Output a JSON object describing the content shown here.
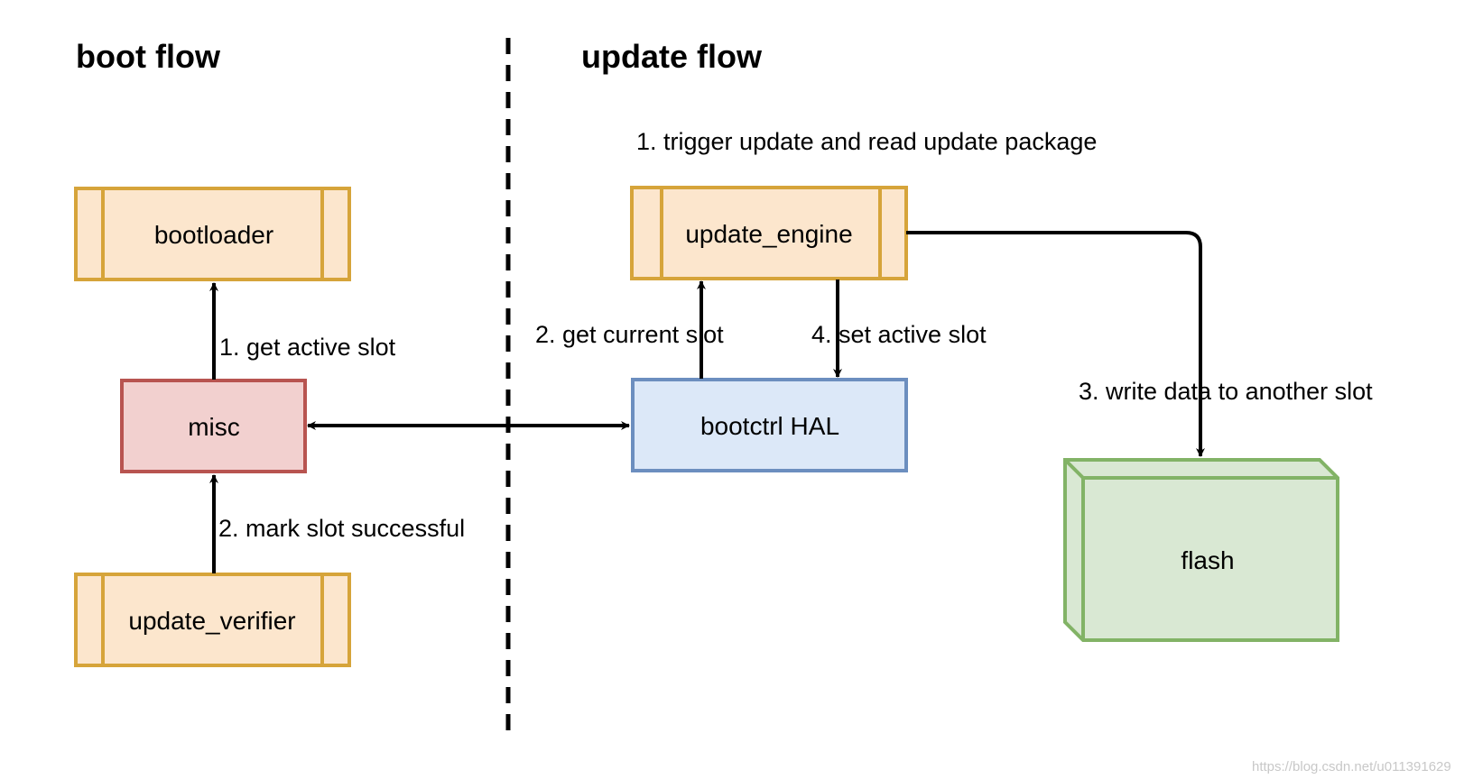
{
  "sections": {
    "boot_title": "boot flow",
    "update_title": "update flow"
  },
  "nodes": {
    "bootloader": "bootloader",
    "misc": "misc",
    "update_verifier": "update_verifier",
    "update_engine": "update_engine",
    "bootctrl_hal": "bootctrl HAL",
    "flash": "flash"
  },
  "edges": {
    "get_active_slot": "1. get active slot",
    "mark_slot_successful": "2. mark slot successful",
    "trigger_update": "1. trigger update and read update package",
    "get_current_slot": "2. get current slot",
    "set_active_slot": "4. set active slot",
    "write_data": "3. write data to another slot"
  },
  "watermark": "https://blog.csdn.net/u011391629",
  "colors": {
    "process_fill": "#fce6cd",
    "process_stroke": "#d6a43a",
    "misc_fill": "#f2d0cf",
    "misc_stroke": "#b85450",
    "hal_fill": "#dce8f8",
    "hal_stroke": "#6c8ebf",
    "flash_fill": "#d9e8d3",
    "flash_stroke": "#82b366",
    "line": "#000000"
  }
}
